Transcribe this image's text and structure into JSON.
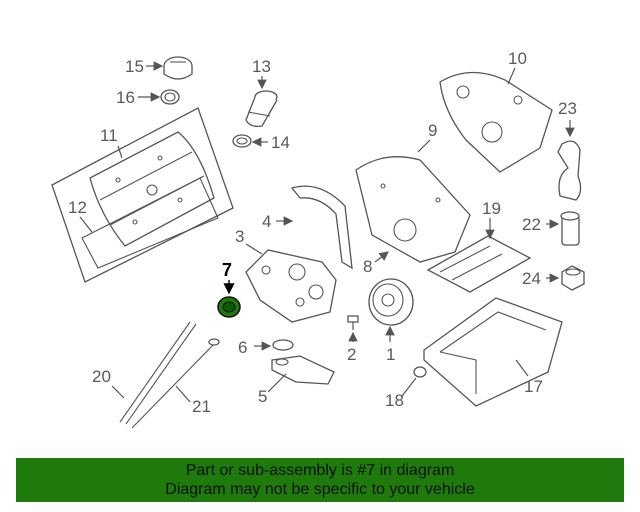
{
  "callouts": {
    "c1": "1",
    "c2": "2",
    "c3": "3",
    "c4": "4",
    "c5": "5",
    "c6": "6",
    "c7": "7",
    "c8": "8",
    "c9": "9",
    "c10": "10",
    "c11": "11",
    "c12": "12",
    "c13": "13",
    "c14": "14",
    "c15": "15",
    "c16": "16",
    "c17": "17",
    "c18": "18",
    "c19": "19",
    "c20": "20",
    "c21": "21",
    "c22": "22",
    "c23": "23",
    "c24": "24"
  },
  "selected_part": "7",
  "highlight_color": "#1e7a0a",
  "banner": {
    "line1": "Part or sub-assembly is #7 in diagram",
    "line2": "Diagram may not be specific to your vehicle"
  }
}
